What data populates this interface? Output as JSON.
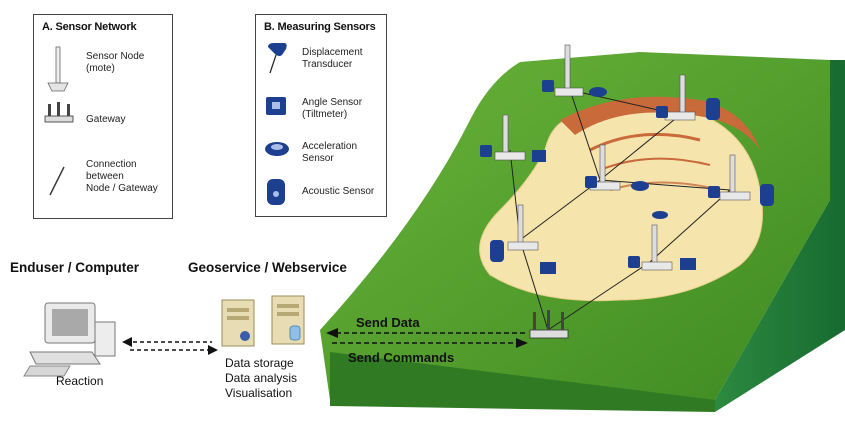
{
  "legend_a": {
    "title": "A. Sensor Network",
    "items": [
      {
        "icon": "sensor-node-icon",
        "label_line1": "Sensor Node",
        "label_line2": "(mote)"
      },
      {
        "icon": "gateway-icon",
        "label_line1": "Gateway",
        "label_line2": ""
      },
      {
        "icon": "connection-line-icon",
        "label_line1": "Connection",
        "label_line2": "between",
        "label_line3": "Node / Gateway"
      }
    ]
  },
  "legend_b": {
    "title": "B. Measuring Sensors",
    "items": [
      {
        "icon": "displacement-transducer-icon",
        "label_line1": "Displacement",
        "label_line2": "Transducer"
      },
      {
        "icon": "angle-sensor-icon",
        "label_line1": "Angle Sensor",
        "label_line2": "(Tiltmeter)"
      },
      {
        "icon": "acceleration-sensor-icon",
        "label_line1": "Acceleration",
        "label_line2": "Sensor"
      },
      {
        "icon": "acoustic-sensor-icon",
        "label_line1": "Acoustic Sensor",
        "label_line2": ""
      }
    ]
  },
  "enduser": {
    "title": "Enduser / Computer",
    "caption": "Reaction"
  },
  "geoservice": {
    "title": "Geoservice / Webservice",
    "captions": [
      "Data storage",
      "Data analysis",
      "Visualisation"
    ]
  },
  "arrows": {
    "send_data": "Send Data",
    "send_commands": "Send Commands"
  },
  "colors": {
    "grass": "#4f9a2a",
    "grass_dark": "#2d6a1a",
    "slope_side": "#1f7a3a",
    "landslide": "#f7e6b0",
    "scarp": "#c96a3a",
    "sensor_blue": "#1d3f8f"
  }
}
